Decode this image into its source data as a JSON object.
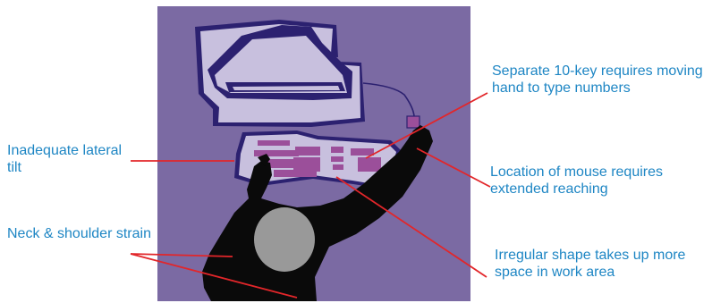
{
  "callouts": {
    "lateral_tilt": "Inadequate lateral tilt",
    "neck_shoulder": "Neck & shoulder strain",
    "ten_key": "Separate 10-key requires moving hand to type numbers",
    "mouse_location": "Location of mouse requires extended reaching",
    "irregular_shape": "Irregular shape takes up more space in work area"
  },
  "colors": {
    "background_panel": "#7b6aa3",
    "callout_text": "#1e86c4",
    "leader_line": "#e2262a",
    "monitor_face": "#c8c0de",
    "monitor_dark": "#2c2170",
    "keyboard_keys": "#9b4f9a",
    "person": "#0a0a0a",
    "head": "#999999"
  }
}
